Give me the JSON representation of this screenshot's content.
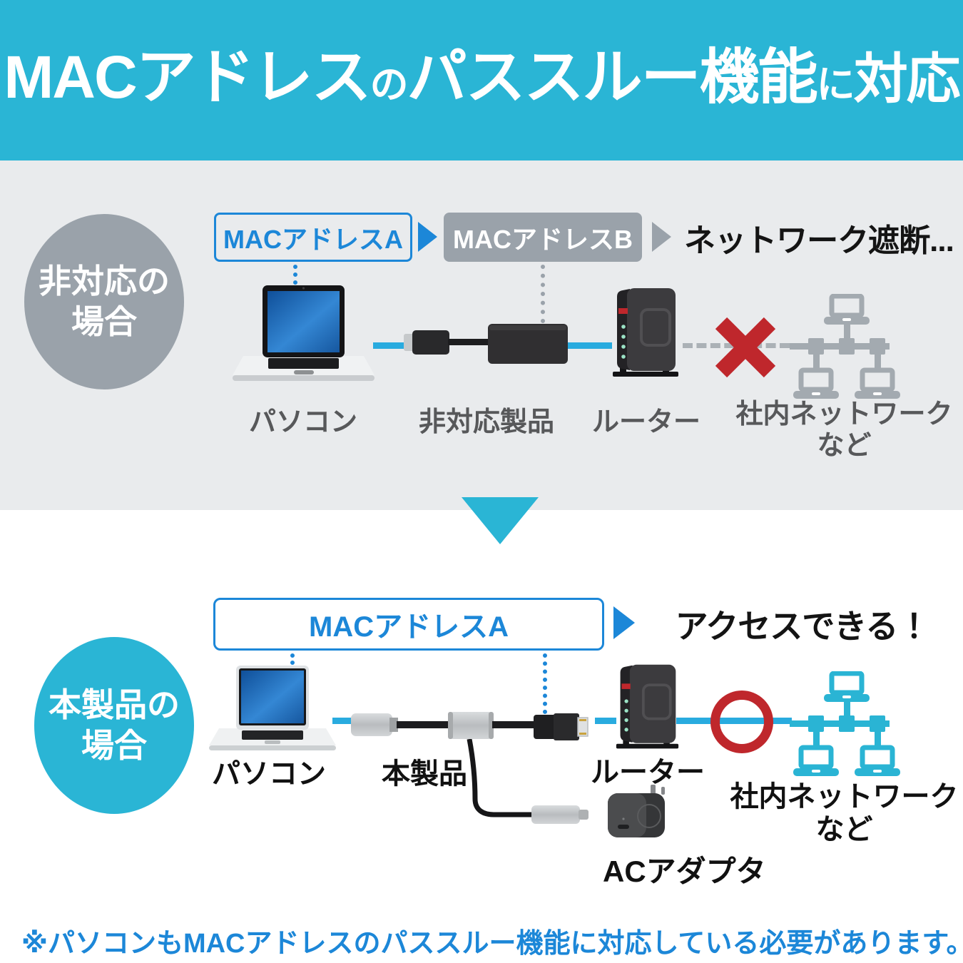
{
  "header": {
    "title_main1": "MACアドレス",
    "title_small1": "の",
    "title_main2": "パススルー機能",
    "title_small2": "に",
    "title_main3": "対応"
  },
  "top": {
    "case_line1": "非対応の",
    "case_line2": "場合",
    "mac_a": "MACアドレスA",
    "mac_b": "MACアドレスB",
    "result": "ネットワーク遮断...",
    "label_pc": "パソコン",
    "label_product": "非対応製品",
    "label_router": "ルーター",
    "label_network1": "社内ネットワーク",
    "label_network2": "など"
  },
  "bottom": {
    "case_line1": "本製品の",
    "case_line2": "場合",
    "mac_a": "MACアドレスA",
    "result": "アクセスできる！",
    "label_pc": "パソコン",
    "label_product": "本製品",
    "label_router": "ルーター",
    "label_ac": "ACアダプタ",
    "label_network1": "社内ネットワーク",
    "label_network2": "など"
  },
  "footnote": "※パソコンもMACアドレスのパススルー機能に対応している必要があります。",
  "colors": {
    "header_cyan": "#2ab5d5",
    "section_gray_bg": "#e9ebed",
    "gray": "#9aa2aa",
    "accent_blue": "#1c87d8",
    "cable_cyan": "#29abdf",
    "network_cyan": "#2ab4d4",
    "network_gray": "#a3aab0",
    "alert_red": "#bf272c",
    "label_gray": "#57585a",
    "label_black": "#111111"
  }
}
